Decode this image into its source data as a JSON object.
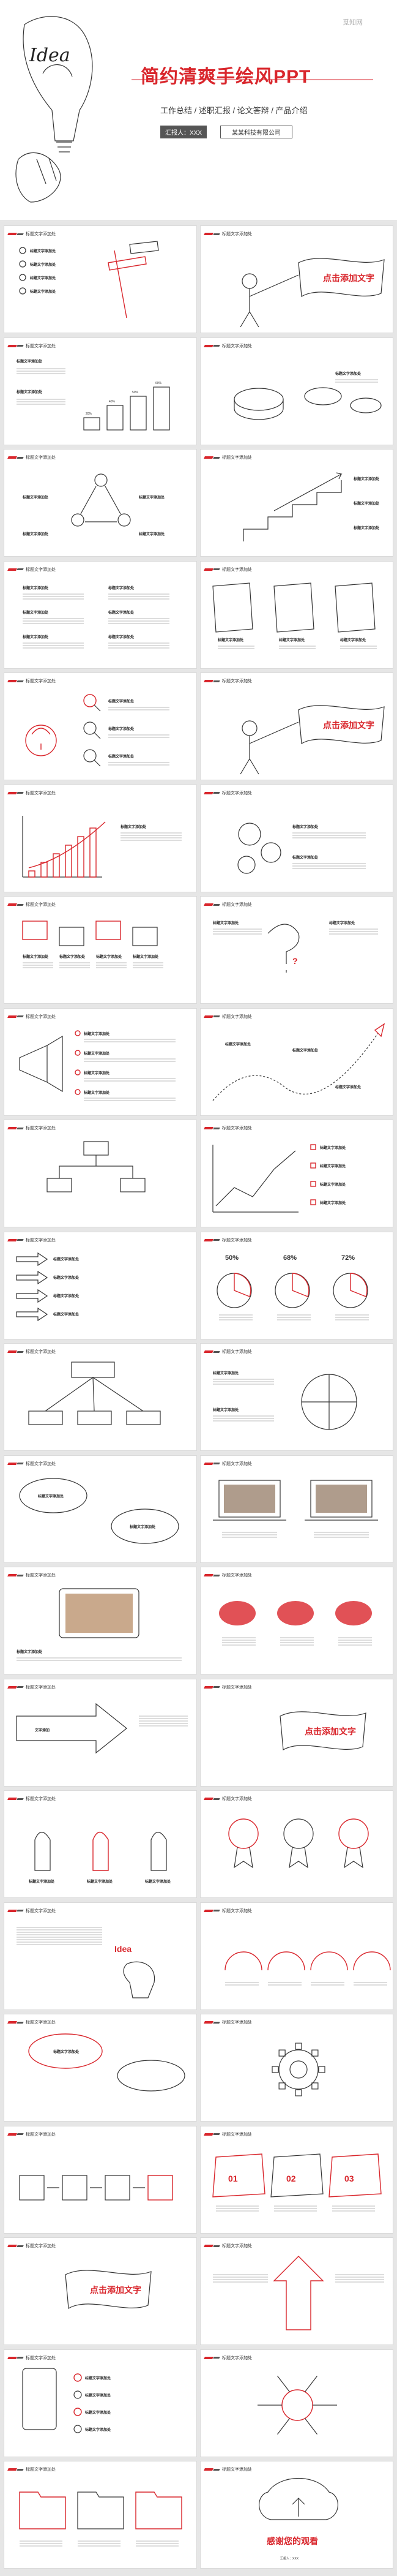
{
  "watermark": "觅知网",
  "cover": {
    "title": "简约清爽手绘风PPT",
    "subtitle": "工作总结 / 述职汇报 / 论文答辩 / 产品介绍",
    "presenter": "汇报人：XXX",
    "company": "某某科技有限公司",
    "idea_word": "Idea"
  },
  "slide_title": "标题文字添加处",
  "point_title": "标题文字添加处",
  "add_text": "点击添加文字",
  "arrow_text": "文字添加",
  "percents": [
    "50%",
    "68%",
    "72%"
  ],
  "numbers": [
    "01",
    "02",
    "03"
  ],
  "bar_labels": [
    "20%",
    "40%",
    "50%",
    "60%"
  ],
  "thanks": "感谢您的观看",
  "footer_brand": "汇报人：XXX"
}
